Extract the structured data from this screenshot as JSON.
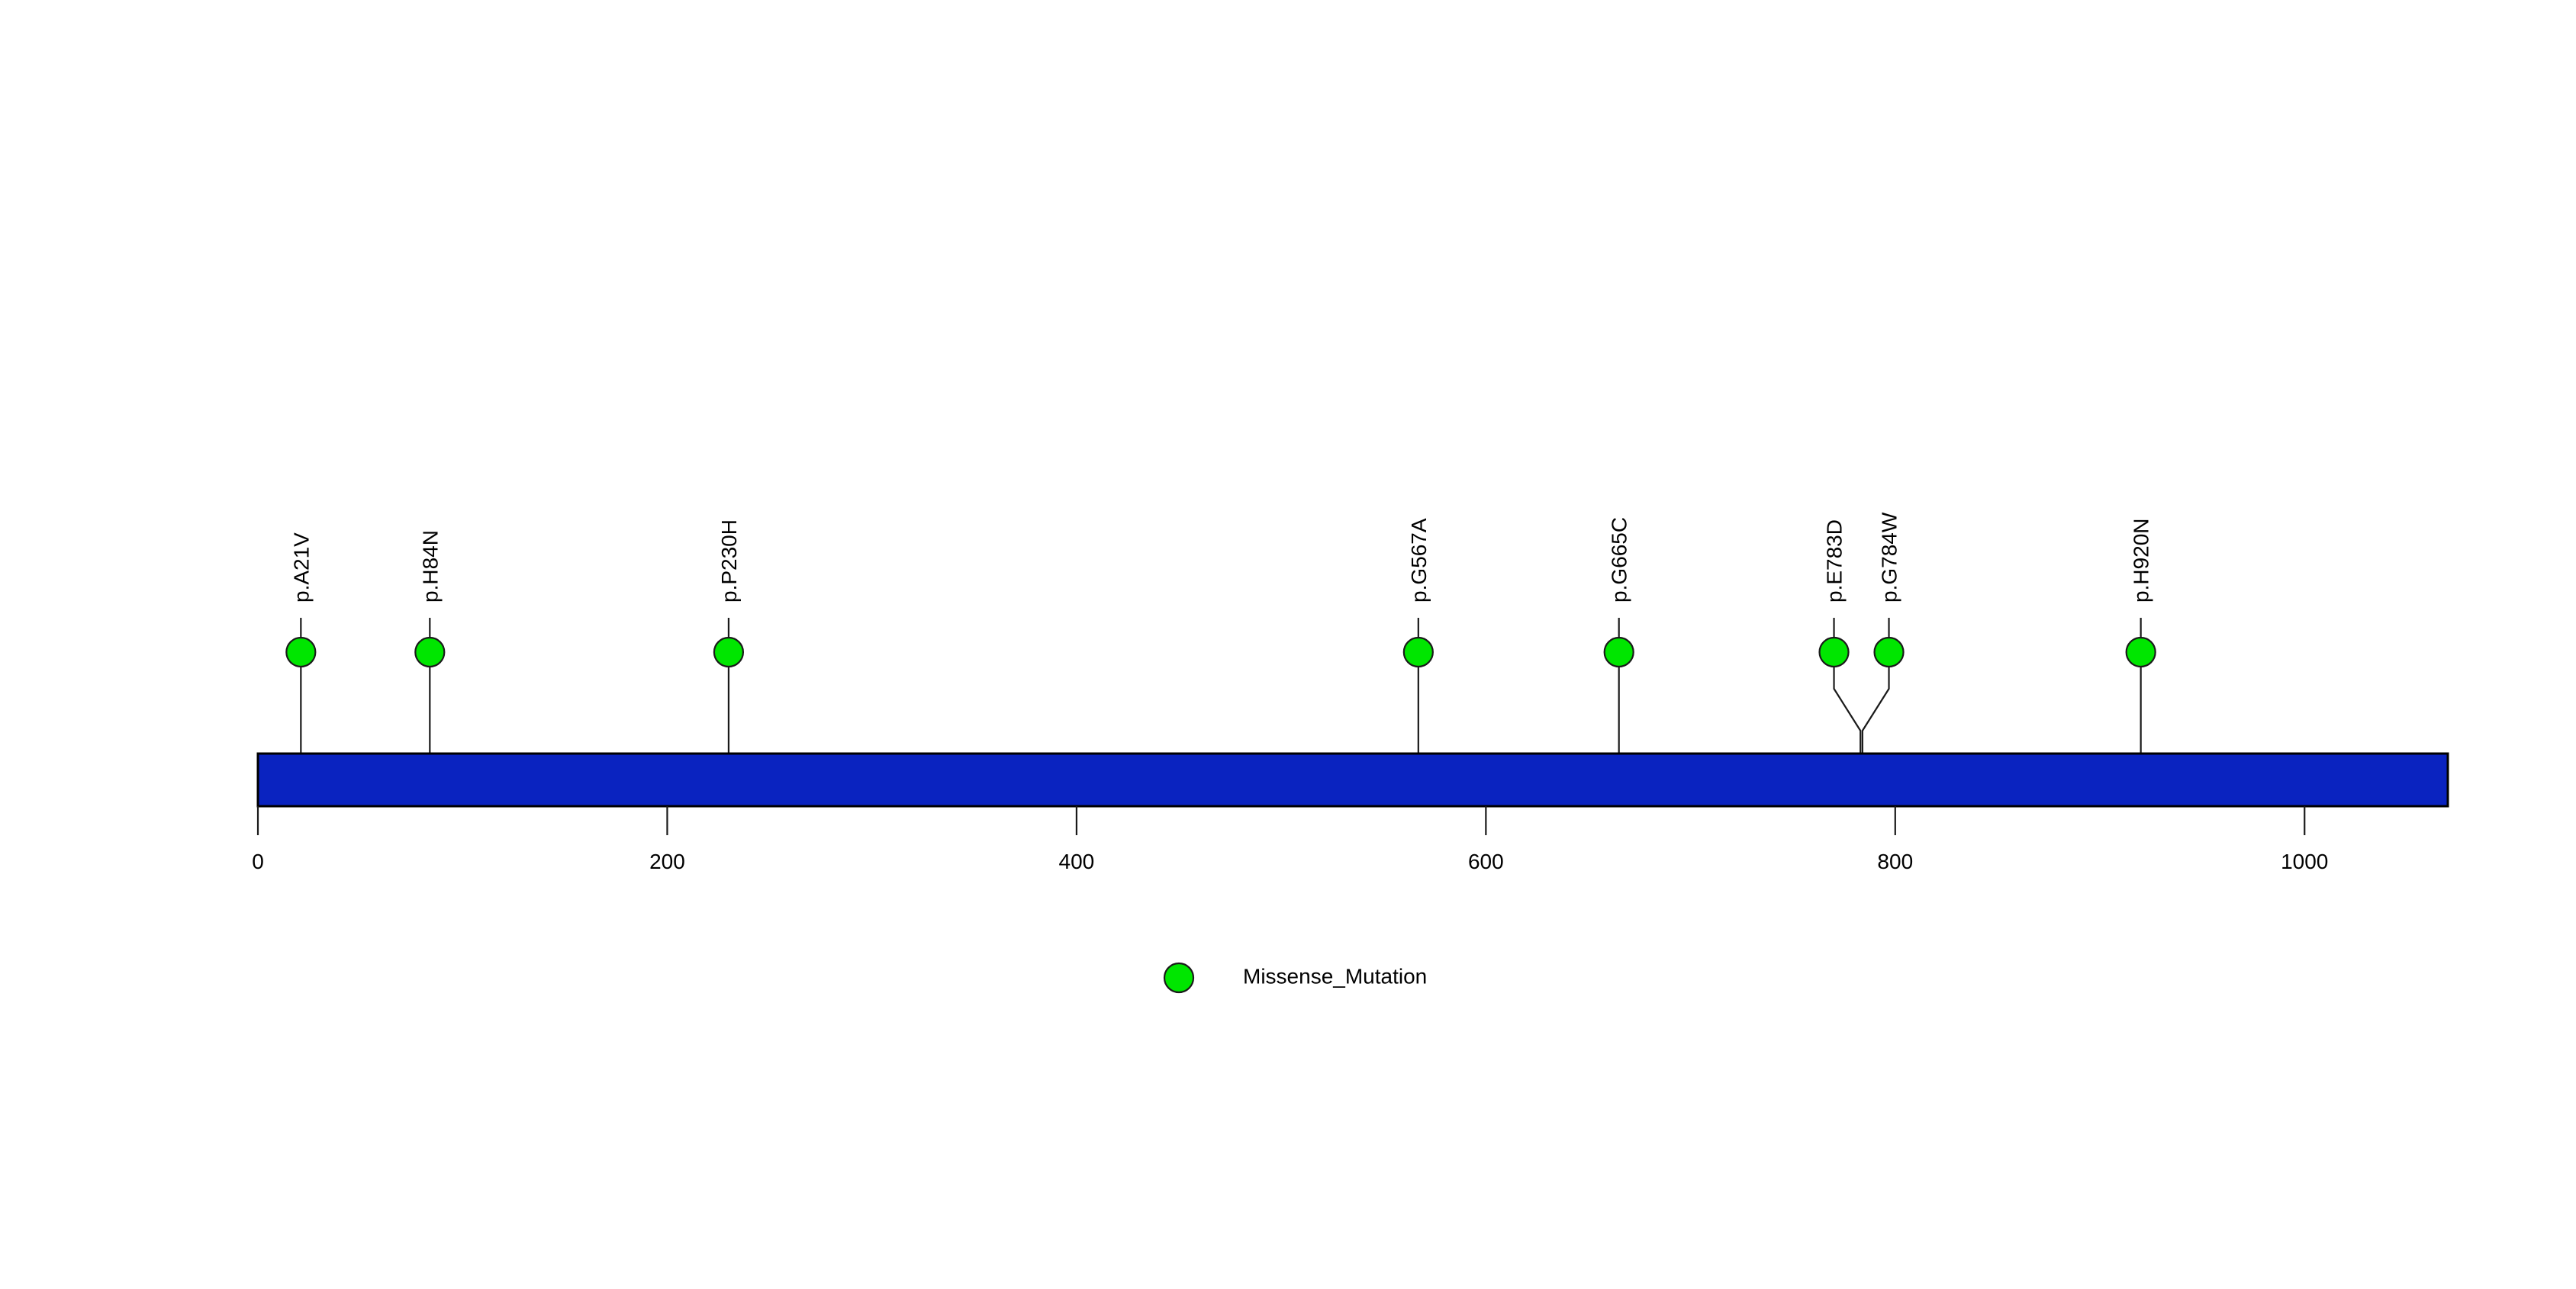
{
  "chart_data": {
    "type": "lollipop",
    "title": "",
    "xlabel": "",
    "ylabel": "",
    "xlim": [
      0,
      1070
    ],
    "xticks": [
      0,
      200,
      400,
      600,
      800,
      1000
    ],
    "xtick_labels": [
      "0",
      "200",
      "400",
      "600",
      "800",
      "1000"
    ],
    "grid": false,
    "protein_length": 1070,
    "mutations": [
      {
        "label": "p.A21V",
        "position": 21,
        "count": 1,
        "type": "Missense_Mutation",
        "color": "#00E600"
      },
      {
        "label": "p.H84N",
        "position": 84,
        "count": 1,
        "type": "Missense_Mutation",
        "color": "#00E600"
      },
      {
        "label": "p.P230H",
        "position": 230,
        "count": 1,
        "type": "Missense_Mutation",
        "color": "#00E600"
      },
      {
        "label": "p.G567A",
        "position": 567,
        "count": 1,
        "type": "Missense_Mutation",
        "color": "#00E600"
      },
      {
        "label": "p.G665C",
        "position": 665,
        "count": 1,
        "type": "Missense_Mutation",
        "color": "#00E600"
      },
      {
        "label": "p.E783D",
        "position": 783,
        "count": 1,
        "type": "Missense_Mutation",
        "color": "#00E600"
      },
      {
        "label": "p.G784W",
        "position": 784,
        "count": 1,
        "type": "Missense_Mutation",
        "color": "#00E600"
      },
      {
        "label": "p.H920N",
        "position": 920,
        "count": 1,
        "type": "Missense_Mutation",
        "color": "#00E600"
      }
    ],
    "domains": [
      {
        "name": "",
        "start": 0,
        "end": 1070,
        "color": "#0A23C0"
      }
    ],
    "legend": {
      "position": "bottom-center",
      "entries": [
        {
          "label": "Missense_Mutation",
          "color": "#00E600",
          "marker": "circle"
        }
      ]
    }
  },
  "colors": {
    "background": "#FFFFFF",
    "domain_bar": "#0A23C0",
    "domain_bar_border": "#000000",
    "mutation_green": "#00E600",
    "stem": "#1A1A1A",
    "text": "#000000"
  },
  "legend": {
    "items": [
      {
        "label": "Missense_Mutation"
      }
    ]
  },
  "axis": {
    "ticks": [
      {
        "label": "0",
        "value": 0
      },
      {
        "label": "200",
        "value": 200
      },
      {
        "label": "400",
        "value": 400
      },
      {
        "label": "600",
        "value": 600
      },
      {
        "label": "800",
        "value": 800
      },
      {
        "label": "1000",
        "value": 1000
      }
    ]
  }
}
